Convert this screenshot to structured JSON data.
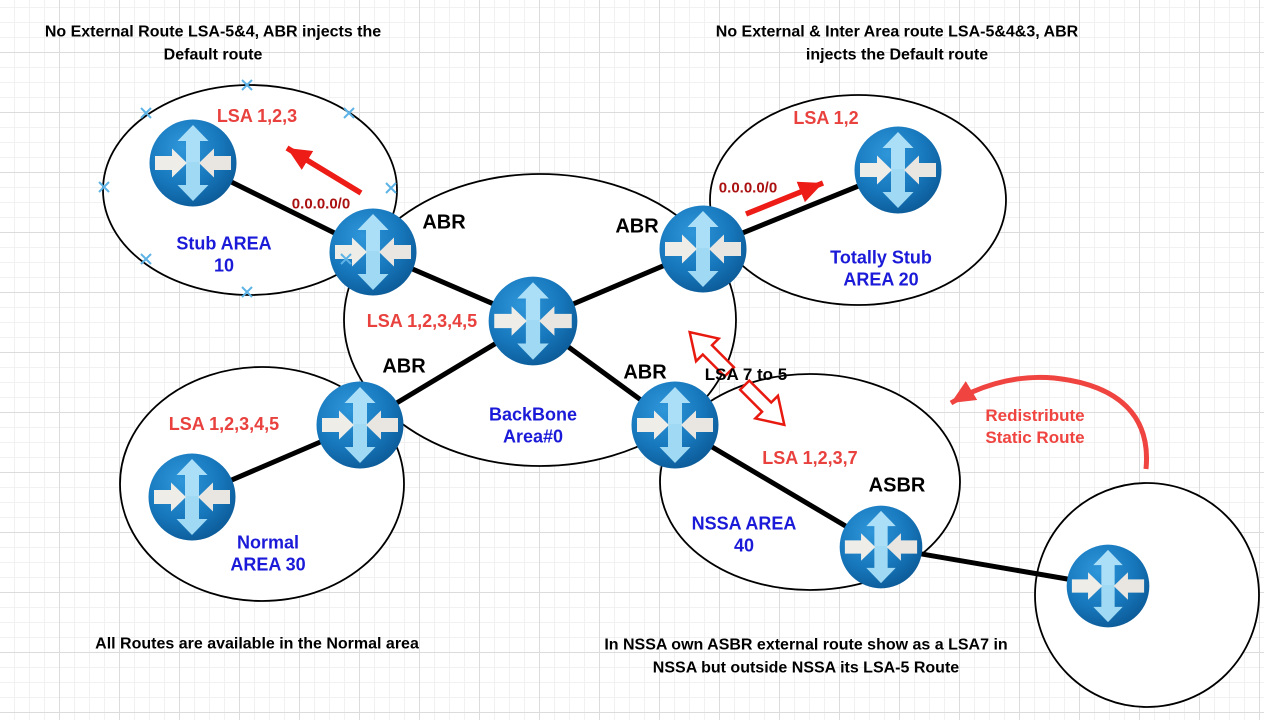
{
  "diagram": {
    "notes": {
      "top_left": "No External Route LSA-5&4, ABR injects the\nDefault route",
      "top_right": "No External & Inter Area route LSA-5&4&3, ABR\ninjects the Default route",
      "bottom_left": "All Routes are available in the Normal area",
      "bottom_right": "In NSSA own ASBR external route show as a LSA7 in\nNSSA but outside NSSA its LSA-5 Route"
    },
    "areas": {
      "stub": {
        "label": "Stub AREA\n10",
        "lsa": "LSA 1,2,3"
      },
      "totally_stub": {
        "label": "Totally Stub\nAREA 20",
        "lsa": "LSA 1,2"
      },
      "backbone": {
        "label": "BackBone\nArea#0",
        "lsa": "LSA 1,2,3,4,5"
      },
      "normal": {
        "label": "Normal\nAREA 30",
        "lsa": "LSA 1,2,3,4,5"
      },
      "nssa": {
        "label": "NSSA AREA\n40",
        "lsa": "LSA 1,2,3,7"
      }
    },
    "routers": {
      "abr_stub": "ABR",
      "abr_totally_stub": "ABR",
      "abr_normal": "ABR",
      "abr_nssa": "ABR",
      "asbr": "ASBR"
    },
    "annotations": {
      "default_route_stub": "0.0.0.0/0",
      "default_route_totally_stub": "0.0.0.0/0",
      "lsa_7_to_5": "LSA 7 to 5",
      "redistribute_static": "Redistribute\nStatic Route"
    },
    "colors": {
      "area_label_blue": "#1a1ad8",
      "lsa_label_red": "#e8413e",
      "default_route_dark_red": "#aa1111",
      "arrow_red": "#ed1c16",
      "curved_arrow_red": "#ef4440",
      "router_blue": "#1373b8",
      "link_black": "#000000",
      "connection_point_cyan": "#5db3e6"
    }
  }
}
